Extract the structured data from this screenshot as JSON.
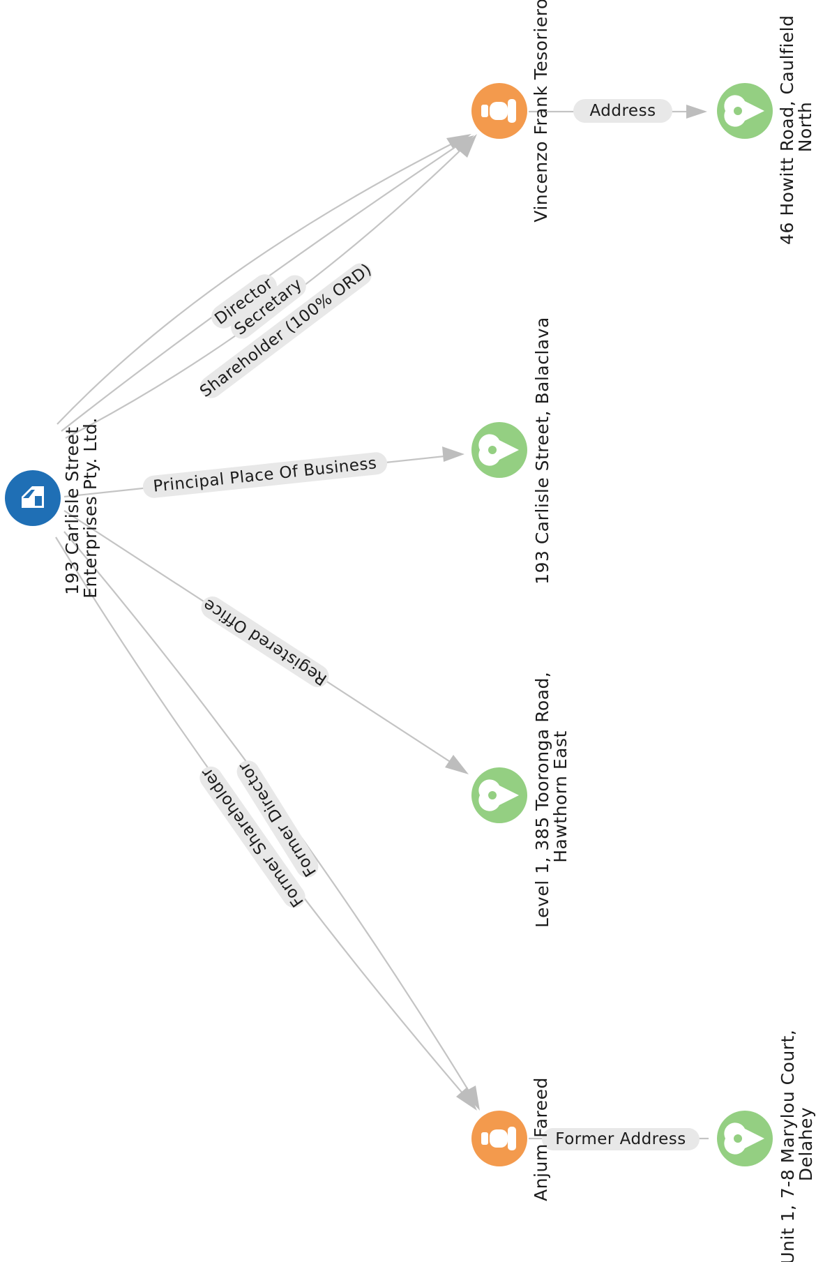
{
  "colors": {
    "company": "#1f6fb5",
    "person": "#f39a4d",
    "address": "#94cf82",
    "edge": "#c4c4c4",
    "label_bg": "#e8e8e8"
  },
  "nodes": {
    "company": {
      "label_lines": [
        "193 Carlisle Street",
        "Enterprises Pty. Ltd."
      ],
      "icon": "company-icon"
    },
    "vincenzo": {
      "label_lines": [
        "Vincenzo Frank Tesoriero"
      ],
      "icon": "person-icon"
    },
    "howitt": {
      "label_lines": [
        "46 Howitt Road, Caulfield",
        "North"
      ],
      "icon": "location-pin-icon"
    },
    "carlisle": {
      "label_lines": [
        "193 Carlisle Street, Balaclava"
      ],
      "icon": "location-pin-icon"
    },
    "tooronga": {
      "label_lines": [
        "Level 1, 385 Tooronga Road,",
        "Hawthorn East"
      ],
      "icon": "location-pin-icon"
    },
    "anjum": {
      "label_lines": [
        "Anjum Fareed"
      ],
      "icon": "person-icon"
    },
    "marylou": {
      "label_lines": [
        "Unit 1, 7-8 Marylou Court,",
        "Delahey"
      ],
      "icon": "location-pin-icon"
    }
  },
  "edges": {
    "director": "Director",
    "secretary": "Secretary",
    "shareholder": "Shareholder (100% ORD)",
    "principal_place": "Principal Place Of Business",
    "registered_office": "Registered Office",
    "former_director": "Former Director",
    "former_shareholder": "Former Shareholder",
    "address": "Address",
    "former_address": "Former Address"
  }
}
